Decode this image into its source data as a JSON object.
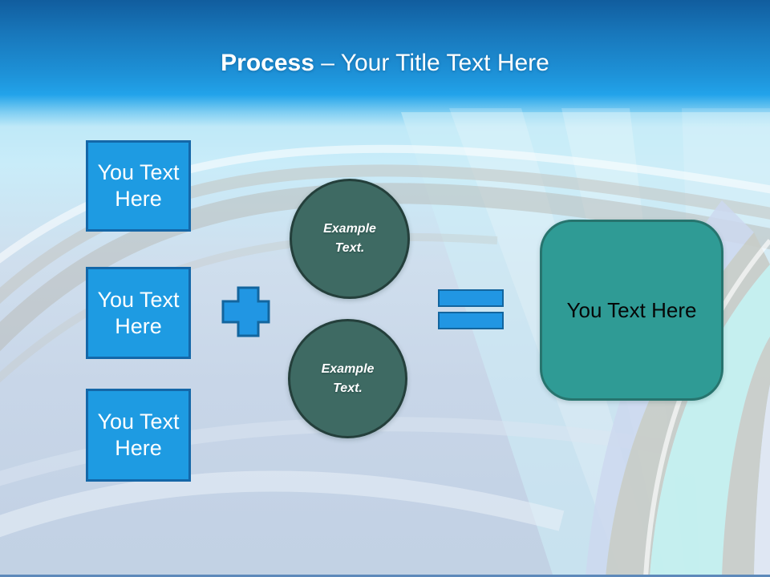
{
  "slide": {
    "header": {
      "title_bold": "Process",
      "title_rest": " – Your Title Text Here"
    },
    "diagram": {
      "input_boxes": [
        {
          "label": "You Text Here"
        },
        {
          "label": "You Text Here"
        },
        {
          "label": "You Text Here"
        }
      ],
      "operators": {
        "plus": "plus-icon",
        "equals": "equals-icon"
      },
      "circles": [
        {
          "label": "Example Text."
        },
        {
          "label": "Example Text."
        }
      ],
      "result_box": {
        "label": "You Text Here"
      }
    },
    "colors": {
      "header_blue_dark": "#115d9e",
      "header_blue_bright": "#22a3ea",
      "shape_blue": "#1e9be2",
      "shape_blue_border": "#1467a8",
      "operator_blue": "#2196e3",
      "operator_blue_border": "#13659e",
      "circle_teal": "#3e6a63",
      "circle_teal_border": "#243f3b",
      "result_teal": "#2f9b95",
      "result_teal_border": "#27746e",
      "body_light_blue": "#c8d6e8"
    }
  }
}
